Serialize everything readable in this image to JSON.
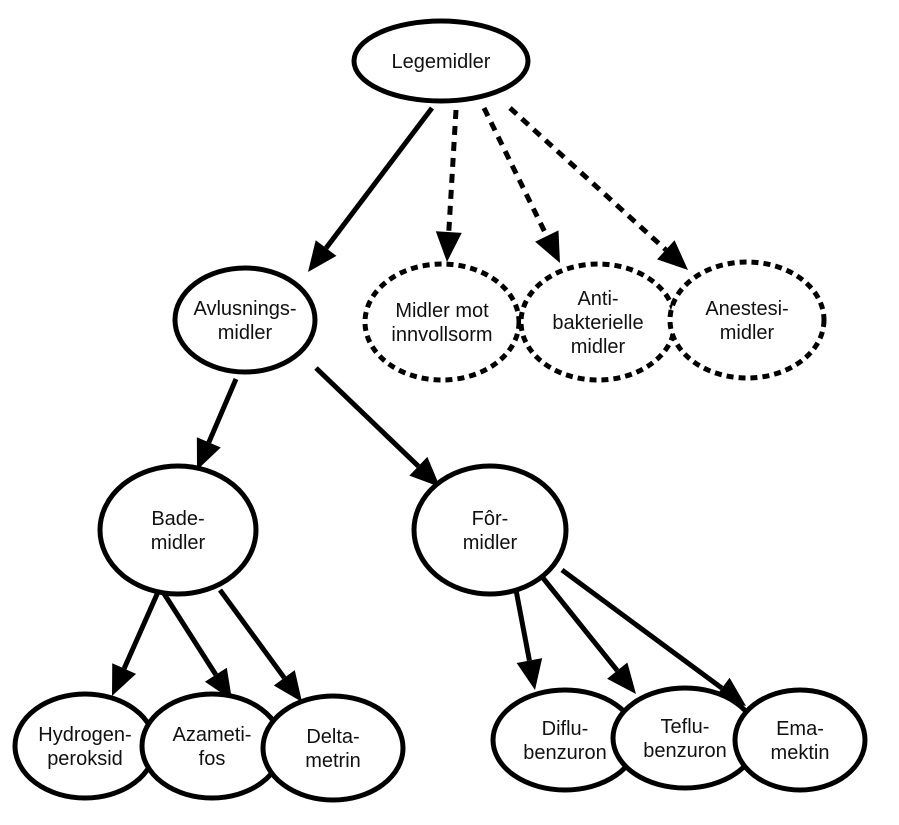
{
  "diagram": {
    "type": "tree",
    "colors": {
      "line": "#000000",
      "fill": "#ffffff",
      "text": "#111111"
    },
    "nodes": [
      {
        "id": "legemidler",
        "lines": [
          "Legemidler"
        ],
        "style": "solid"
      },
      {
        "id": "avlusningsmidler",
        "lines": [
          "Avlusnings-",
          "midler"
        ],
        "style": "solid"
      },
      {
        "id": "midler-mot-innvollsorm",
        "lines": [
          "Midler mot",
          "innvollsorm"
        ],
        "style": "dashed"
      },
      {
        "id": "antibakterielle-midler",
        "lines": [
          "Anti-",
          "bakterielle",
          "midler"
        ],
        "style": "dashed"
      },
      {
        "id": "anestesimidler",
        "lines": [
          "Anestesi-",
          "midler"
        ],
        "style": "dashed"
      },
      {
        "id": "bademidler",
        "lines": [
          "Bade-",
          "midler"
        ],
        "style": "solid"
      },
      {
        "id": "formidler",
        "lines": [
          "Fôr-",
          "midler"
        ],
        "style": "solid"
      },
      {
        "id": "hydrogenperoksid",
        "lines": [
          "Hydrogen-",
          "peroksid"
        ],
        "style": "solid"
      },
      {
        "id": "azametifos",
        "lines": [
          "Azameti-",
          "fos"
        ],
        "style": "solid"
      },
      {
        "id": "deltametrin",
        "lines": [
          "Delta-",
          "metrin"
        ],
        "style": "solid"
      },
      {
        "id": "diflubenzuron",
        "lines": [
          "Diflu-",
          "benzuron"
        ],
        "style": "solid"
      },
      {
        "id": "teflubenzuron",
        "lines": [
          "Teflu-",
          "benzuron"
        ],
        "style": "solid"
      },
      {
        "id": "emamektin",
        "lines": [
          "Ema-",
          "mektin"
        ],
        "style": "solid"
      }
    ],
    "edges": [
      {
        "from": "legemidler",
        "to": "avlusningsmidler",
        "style": "solid"
      },
      {
        "from": "legemidler",
        "to": "midler-mot-innvollsorm",
        "style": "dashed"
      },
      {
        "from": "legemidler",
        "to": "antibakterielle-midler",
        "style": "dashed"
      },
      {
        "from": "legemidler",
        "to": "anestesimidler",
        "style": "dashed"
      },
      {
        "from": "avlusningsmidler",
        "to": "bademidler",
        "style": "solid"
      },
      {
        "from": "avlusningsmidler",
        "to": "formidler",
        "style": "solid"
      },
      {
        "from": "bademidler",
        "to": "hydrogenperoksid",
        "style": "solid"
      },
      {
        "from": "bademidler",
        "to": "azametifos",
        "style": "solid"
      },
      {
        "from": "bademidler",
        "to": "deltametrin",
        "style": "solid"
      },
      {
        "from": "formidler",
        "to": "diflubenzuron",
        "style": "solid"
      },
      {
        "from": "formidler",
        "to": "teflubenzuron",
        "style": "solid"
      },
      {
        "from": "formidler",
        "to": "emamektin",
        "style": "solid"
      }
    ]
  }
}
